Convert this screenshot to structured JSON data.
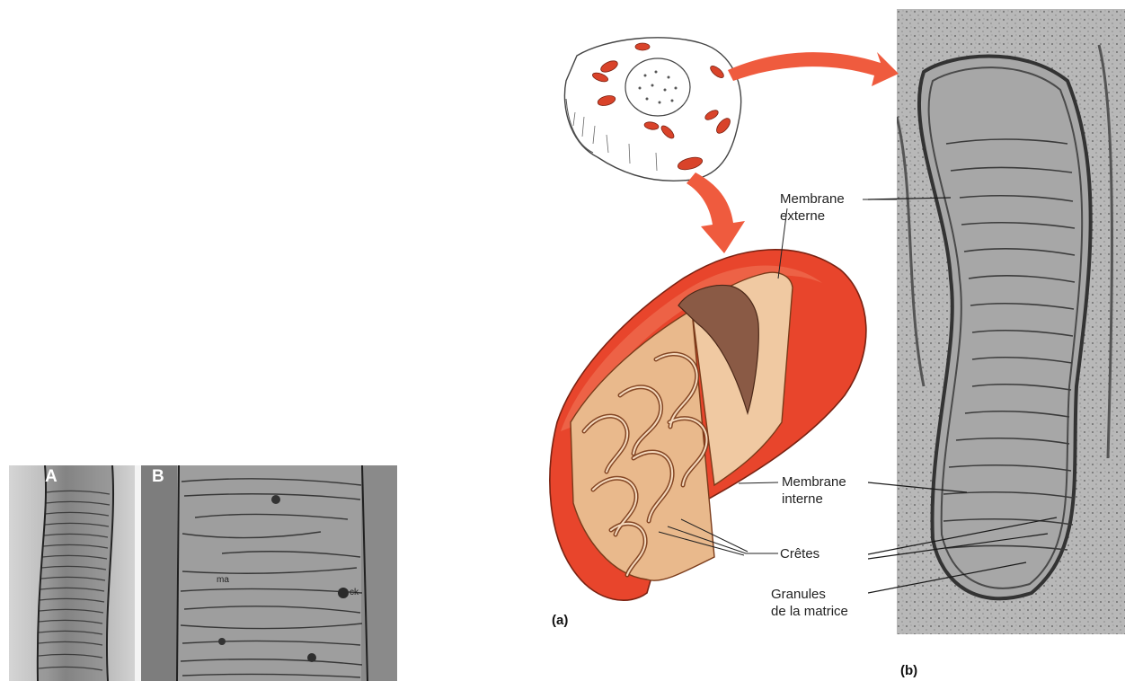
{
  "micrographs": {
    "panel_a_label": "A",
    "panel_b_label": "B",
    "annotation_ma": "ma",
    "annotation_ck": "ck"
  },
  "diagram": {
    "labels": {
      "outer_membrane_line1": "Membrane",
      "outer_membrane_line2": "externe",
      "inner_membrane_line1": "Membrane",
      "inner_membrane_line2": "interne",
      "cristae": "Crêtes",
      "granules_line1": "Granules",
      "granules_line2": "de la matrice"
    },
    "panel_a": "(a)",
    "panel_b": "(b)"
  },
  "colors": {
    "mitochondria_red": "#e8452c",
    "arrow_red": "#ef5b3e",
    "inner_tan": "#e9b98c",
    "cavity_brown": "#8a5a45"
  }
}
